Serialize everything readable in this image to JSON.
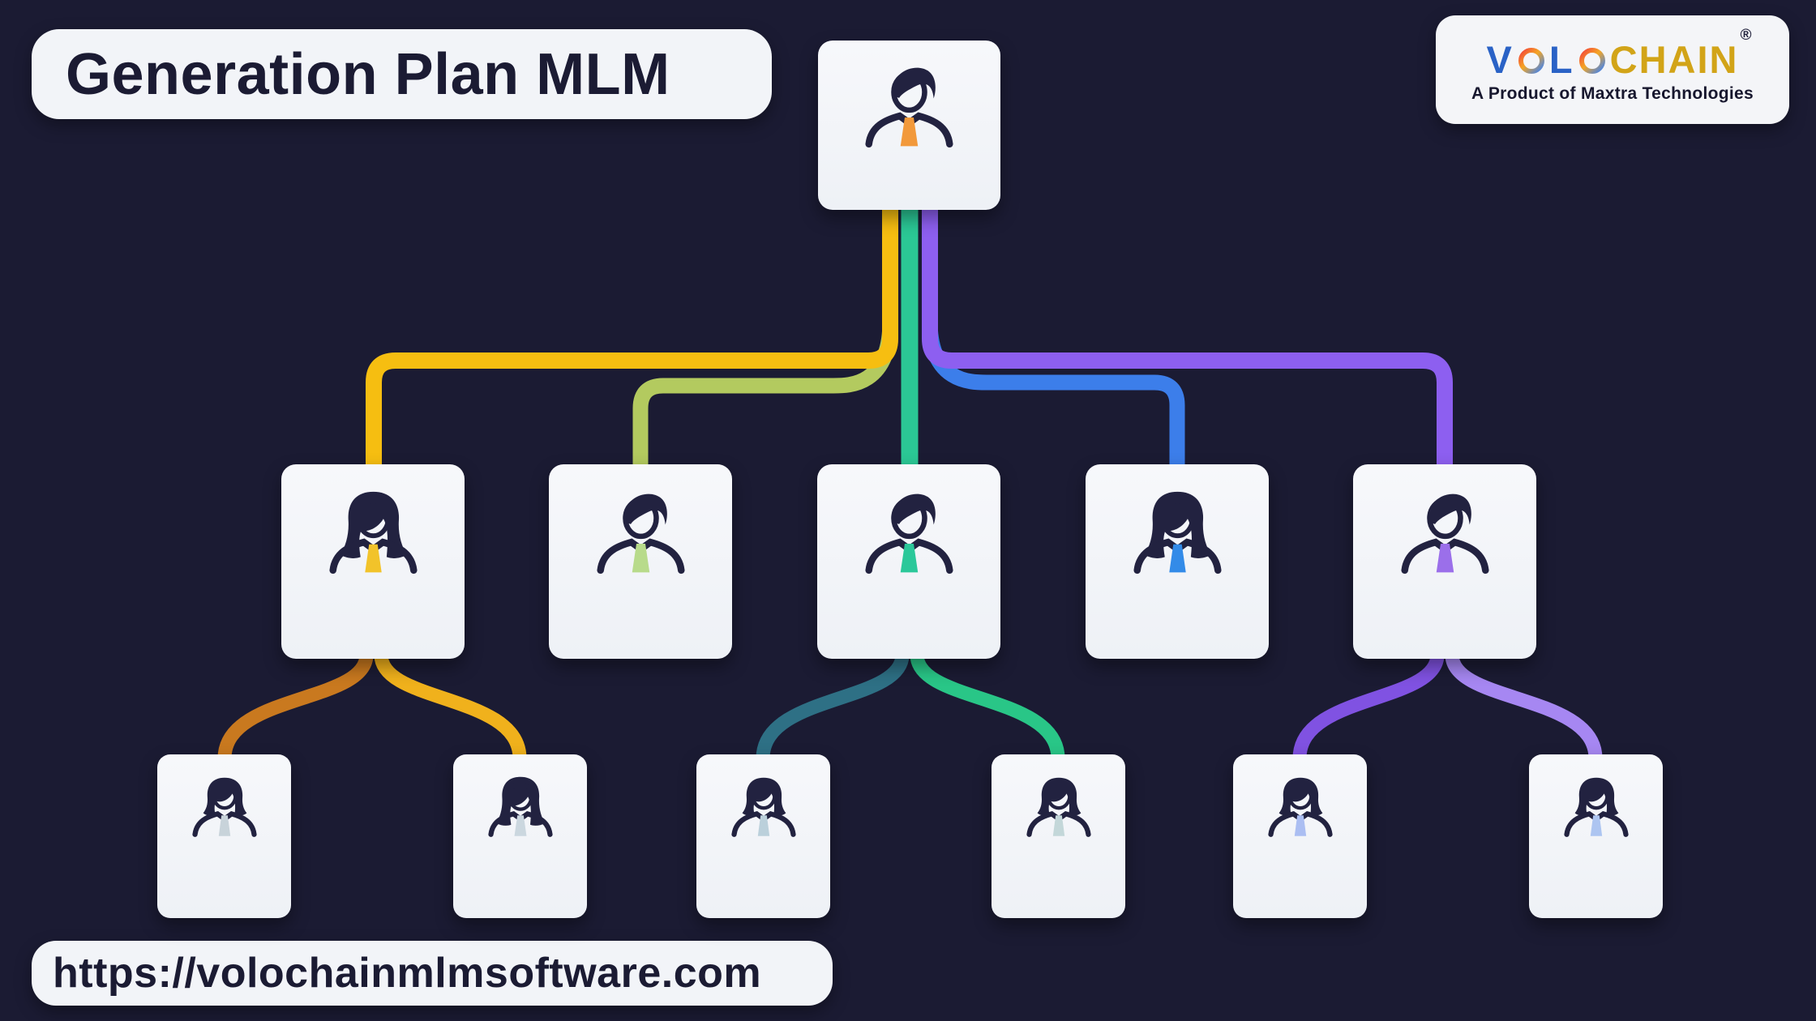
{
  "title": "Generation Plan MLM",
  "website": "https://volochainmlmsoftware.com",
  "logo": {
    "brand_v": "V",
    "brand_l": "L",
    "brand_chain": "CHAIN",
    "registered_mark": "®",
    "tagline": "A Product of Maxtra Technologies",
    "brand_blue": "#2A62C6",
    "brand_gold": "#D2A418"
  },
  "colors": {
    "background": "#1B1B33",
    "card": "#F3F5F8",
    "icon_ink": "#222240"
  },
  "nodes": [
    {
      "id": "root",
      "generation": 1,
      "icon": "person-male-icon",
      "tie_color": "#F2993B"
    },
    {
      "id": "g1-1",
      "generation": 2,
      "icon": "person-female-icon",
      "tie_color": "#F2C32A"
    },
    {
      "id": "g1-2",
      "generation": 2,
      "icon": "person-male-icon",
      "tie_color": "#B8DB8B"
    },
    {
      "id": "g1-3",
      "generation": 2,
      "icon": "person-male-icon",
      "tie_color": "#2BC89A"
    },
    {
      "id": "g1-4",
      "generation": 2,
      "icon": "person-female-icon",
      "tie_color": "#338BE8"
    },
    {
      "id": "g1-5",
      "generation": 2,
      "icon": "person-male-icon",
      "tie_color": "#9B6FEA"
    },
    {
      "id": "g2-1",
      "generation": 3,
      "icon": "person-bob-icon",
      "tie_color": "#C8D3DA"
    },
    {
      "id": "g2-2",
      "generation": 3,
      "icon": "person-female-icon",
      "tie_color": "#CBD7DF"
    },
    {
      "id": "g2-3",
      "generation": 3,
      "icon": "person-bob-icon",
      "tie_color": "#BBD0DB"
    },
    {
      "id": "g2-4",
      "generation": 3,
      "icon": "person-bob-icon",
      "tie_color": "#C3D7D9"
    },
    {
      "id": "g2-5",
      "generation": 3,
      "icon": "person-bob-icon",
      "tie_color": "#ABBEF2"
    },
    {
      "id": "g2-6",
      "generation": 3,
      "icon": "person-bob-icon",
      "tie_color": "#ADC5F1"
    }
  ],
  "connectors": [
    {
      "from": "root",
      "to": "g1-1",
      "color": "#F6BE11"
    },
    {
      "from": "root",
      "to": "g1-2",
      "color": "#B3CA5F"
    },
    {
      "from": "root",
      "to": "g1-3",
      "color": "#2BC795"
    },
    {
      "from": "root",
      "to": "g1-4",
      "color": "#3C7EEA"
    },
    {
      "from": "root",
      "to": "g1-5",
      "color": "#8D5FF0"
    },
    {
      "from": "g1-1",
      "to": "g2-1",
      "color": "#C9791F"
    },
    {
      "from": "g1-1",
      "to": "g2-2",
      "color": "#F0B11C"
    },
    {
      "from": "g1-3",
      "to": "g2-3",
      "color": "#2E7085"
    },
    {
      "from": "g1-3",
      "to": "g2-4",
      "color": "#29C687"
    },
    {
      "from": "g1-5",
      "to": "g2-5",
      "color": "#8052E2"
    },
    {
      "from": "g1-5",
      "to": "g2-6",
      "color": "#A687F2"
    }
  ]
}
